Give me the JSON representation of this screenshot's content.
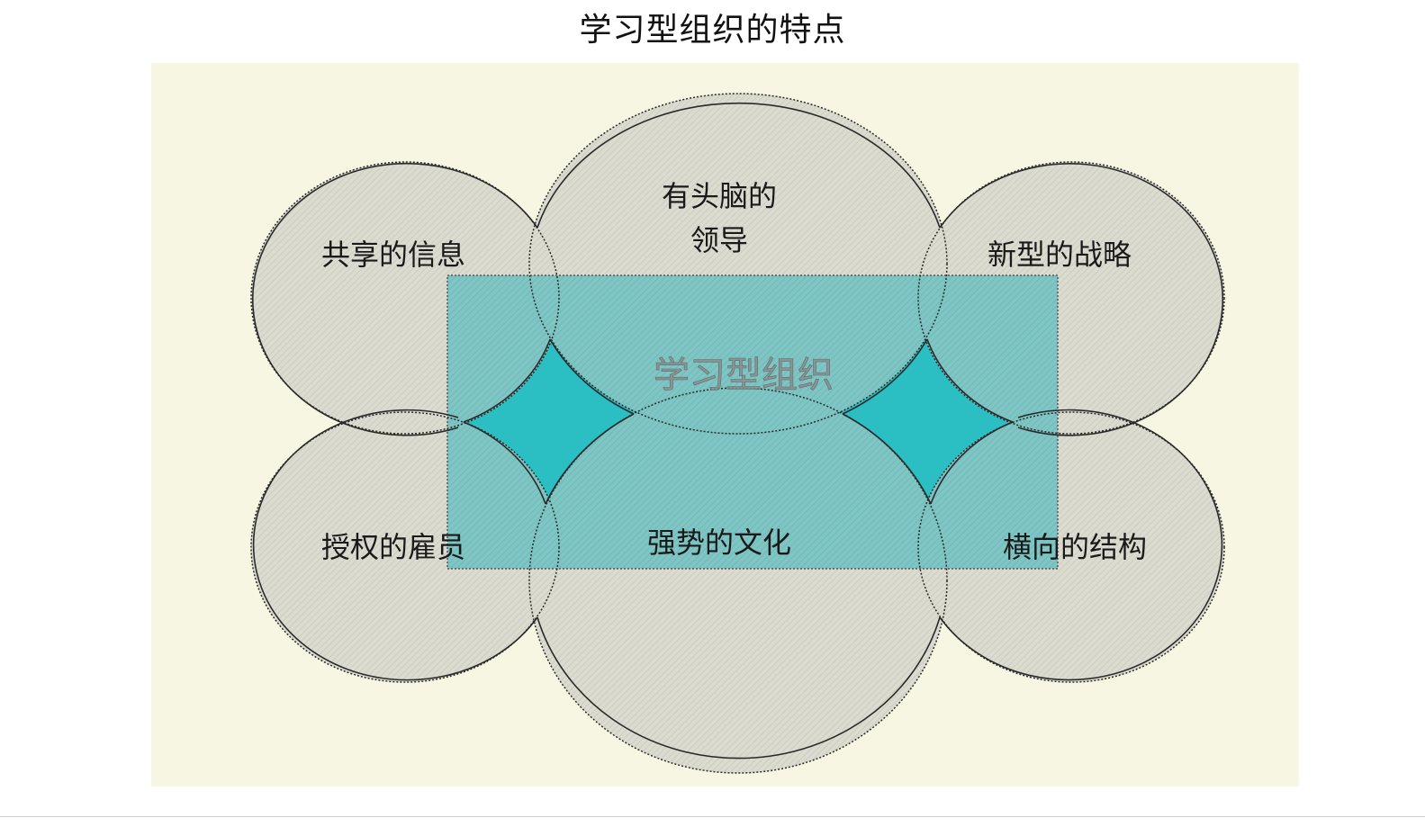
{
  "title": "学习型组织的特点",
  "diagram": {
    "center_label": "学习型组织",
    "circles": [
      {
        "id": "shared-info",
        "label_lines": [
          "共享的信息"
        ]
      },
      {
        "id": "leadership",
        "label_lines": [
          "有头脑的",
          "领导"
        ]
      },
      {
        "id": "strategy",
        "label_lines": [
          "新型的战略"
        ]
      },
      {
        "id": "employees",
        "label_lines": [
          "授权的雇员"
        ]
      },
      {
        "id": "culture",
        "label_lines": [
          "强势的文化"
        ]
      },
      {
        "id": "structure",
        "label_lines": [
          "横向的结构"
        ]
      }
    ]
  },
  "colors": {
    "panel_bg": "#f7f6e2",
    "circle_fill": "#dcdbd0",
    "circle_stroke": "#2a2a2a",
    "rect_fill": "#2bbfc3",
    "text": "#1a1a1a"
  }
}
